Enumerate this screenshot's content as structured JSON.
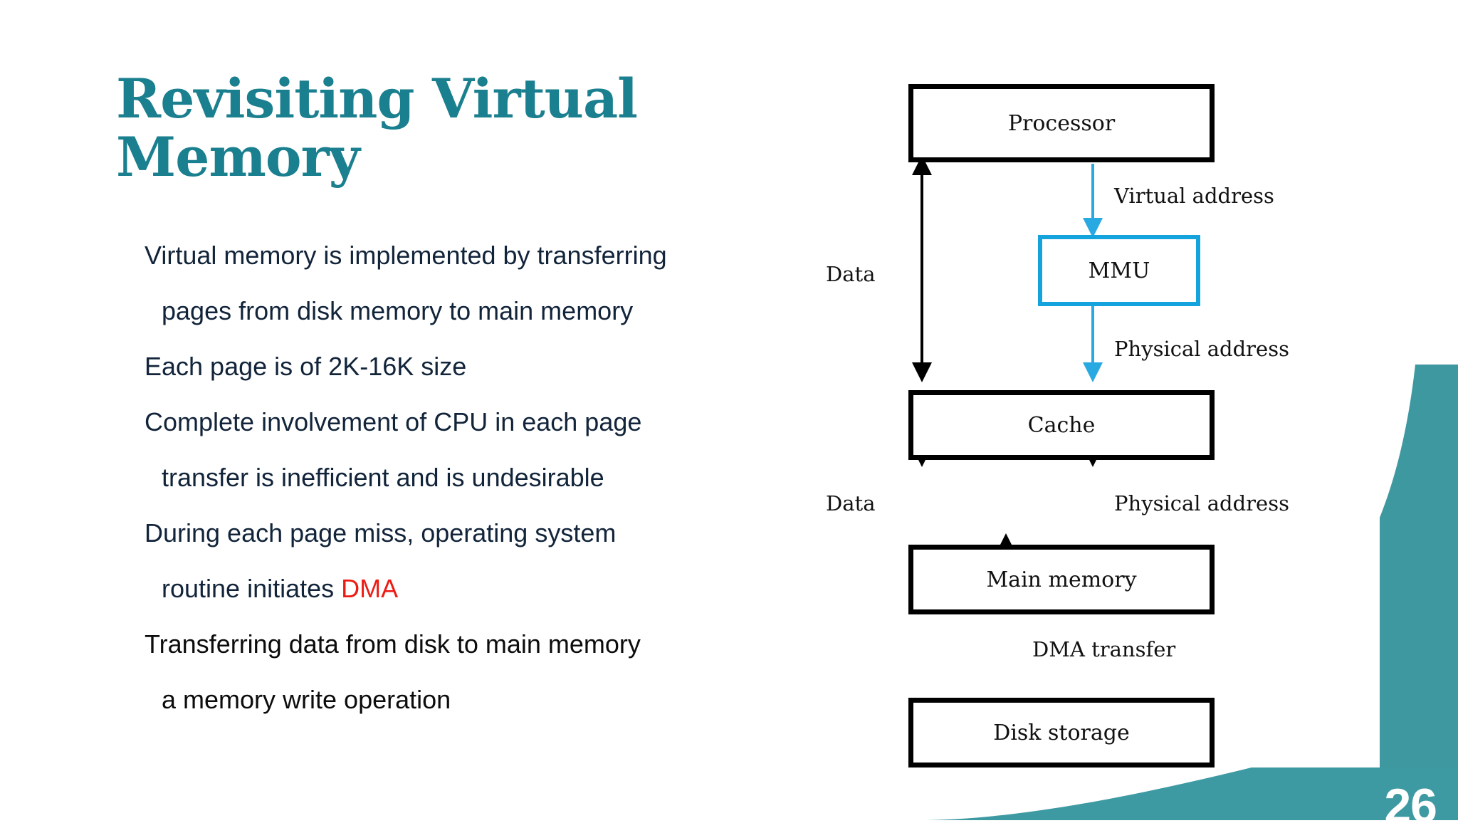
{
  "slide": {
    "number": "26",
    "title": "Revisiting Virtual Memory",
    "accent_color": "#1a7f8e",
    "bullet_color": "#ef8878",
    "body_color": "#12243a",
    "highlight_color": "#ec1c15",
    "mmu_accent_color": "#14a3dc"
  },
  "bullets": [
    {
      "lines": [
        "Virtual memory is implemented by transferring",
        "pages from disk memory to main memory"
      ]
    },
    {
      "lines": [
        "Each page is of 2K-16K size"
      ]
    },
    {
      "lines": [
        "Complete involvement of CPU in each page",
        "transfer is inefficient and is undesirable"
      ]
    },
    {
      "lines": [
        "During each page miss, operating system",
        "routine initiates ",
        "DMA"
      ]
    },
    {
      "lines": [
        "Transferring data from disk to main memory",
        "a memory write operation"
      ]
    }
  ],
  "bullet_text": {
    "b1_l1": "Virtual memory is implemented by transferring",
    "b1_l2": "pages from disk memory to main memory",
    "b2_l1": "Each page is of 2K-16K size",
    "b3_l1": "Complete involvement of CPU in each page",
    "b3_l2": "transfer is inefficient and is undesirable",
    "b4_l1": "During each page miss, operating system",
    "b4_l2_prefix": "routine initiates ",
    "b4_l2_highlight": "DMA",
    "b5_l1": "Transferring data from disk to main memory",
    "b5_l2": "a memory write operation"
  },
  "diagram": {
    "type": "block-diagram",
    "title": "Virtual memory address translation and DMA path",
    "boxes": [
      {
        "id": "processor",
        "label": "Processor",
        "style": "black"
      },
      {
        "id": "mmu",
        "label": "MMU",
        "style": "accent"
      },
      {
        "id": "cache",
        "label": "Cache",
        "style": "black"
      },
      {
        "id": "main-memory",
        "label": "Main memory",
        "style": "black"
      },
      {
        "id": "disk-storage",
        "label": "Disk storage",
        "style": "black"
      }
    ],
    "edges": [
      {
        "id": "e1",
        "from": "cache",
        "to": "processor",
        "label": "Data",
        "direction": "up",
        "color": "black"
      },
      {
        "id": "e2",
        "from": "processor",
        "to": "mmu",
        "label": "Virtual address",
        "direction": "down",
        "color": "accent"
      },
      {
        "id": "e3",
        "from": "mmu",
        "to": "cache",
        "label": "Physical address",
        "direction": "down",
        "color": "accent"
      },
      {
        "id": "e4",
        "from": "cache",
        "to": "main-memory",
        "label": "Data",
        "direction": "bidirectional",
        "color": "black"
      },
      {
        "id": "e5",
        "from": "cache",
        "to": "main-memory",
        "label": "Physical address",
        "direction": "down",
        "color": "black"
      },
      {
        "id": "e6",
        "from": "main-memory",
        "to": "disk-storage",
        "label": "DMA transfer",
        "direction": "bidirectional",
        "color": "black"
      }
    ],
    "labels": {
      "data_top": "Data",
      "virtual_address": "Virtual address",
      "physical_address_upper": "Physical address",
      "data_lower": "Data",
      "physical_address_lower": "Physical address",
      "dma_transfer": "DMA transfer"
    }
  }
}
